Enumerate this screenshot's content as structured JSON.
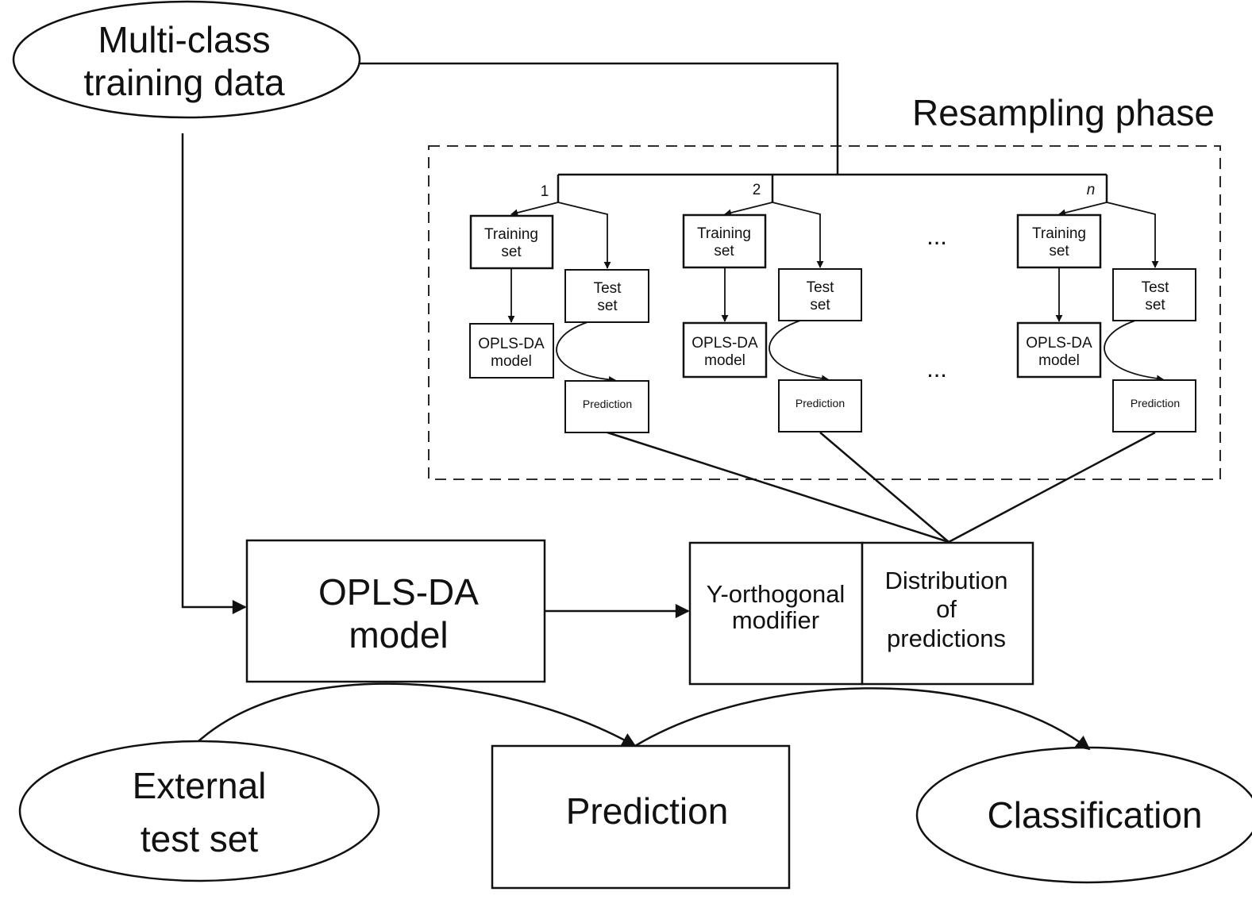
{
  "nodes": {
    "multi_class": {
      "line1": "Multi-class",
      "line2": "training data"
    },
    "resampling_title": "Resampling phase",
    "iteration_labels": [
      "1",
      "2",
      "n"
    ],
    "training_set": {
      "line1": "Training",
      "line2": "set"
    },
    "test_set": {
      "line1": "Test",
      "line2": "set"
    },
    "opls_small": {
      "line1": "OPLS-DA",
      "line2": "model"
    },
    "prediction_small": "Prediction",
    "ellipsis": "...",
    "opls_main": {
      "line1": "OPLS-DA",
      "line2": "model"
    },
    "y_orthogonal": {
      "line1": "Y-orthogonal",
      "line2": "modifier"
    },
    "distribution": {
      "line1": "Distribution",
      "line2": "of",
      "line3": "predictions"
    },
    "external": {
      "line1": "External",
      "line2": "test set"
    },
    "prediction_main": "Prediction",
    "classification": "Classification"
  }
}
